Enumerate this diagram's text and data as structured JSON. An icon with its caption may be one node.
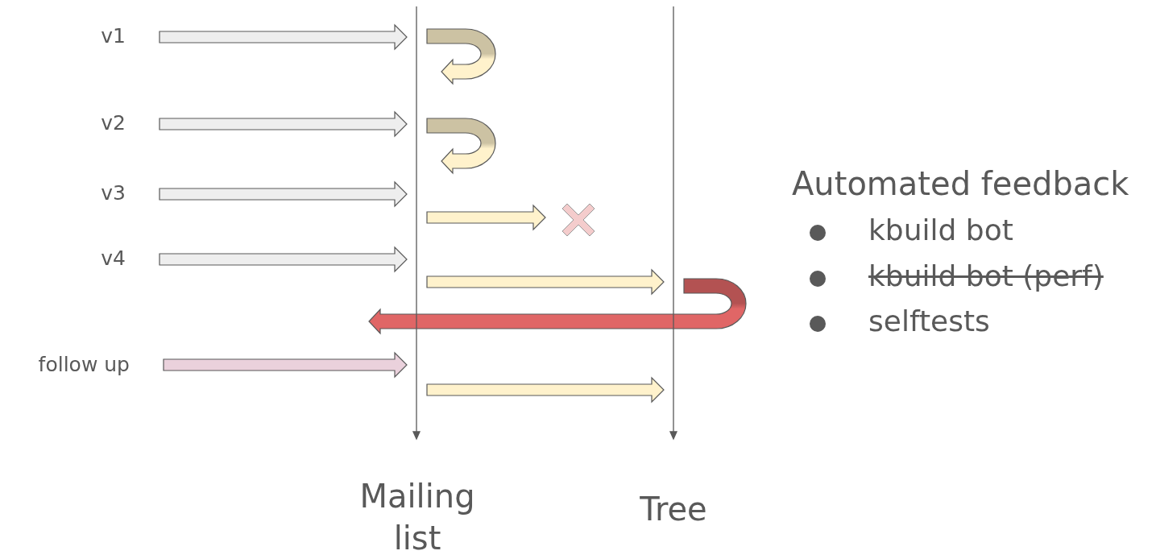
{
  "diagram": {
    "nodes": [
      {
        "text": [
          "v1"
        ]
      },
      {
        "text": [
          "v2"
        ]
      },
      {
        "text": [
          "v3"
        ]
      },
      {
        "text": [
          "v4"
        ]
      },
      {
        "text": [
          "follow up"
        ]
      },
      {
        "text": [
          "Mailing list"
        ]
      },
      {
        "text": [
          "Tree"
        ]
      },
      {
        "text": [],
        "shape": "cross"
      }
    ],
    "edges": [
      {
        "from": 0,
        "to": 5,
        "arrow": "to"
      },
      {
        "from": 5,
        "to": 5,
        "arrow": "to",
        "color": "#fff2cc"
      },
      {
        "from": 1,
        "to": 5,
        "arrow": "to"
      },
      {
        "from": 5,
        "to": 5,
        "arrow": "to",
        "color": "#fff2cc"
      },
      {
        "from": 2,
        "to": 5,
        "arrow": "to"
      },
      {
        "from": 5,
        "to": 7,
        "arrow": "to",
        "color": "#fff2cc"
      },
      {
        "from": 3,
        "to": 5,
        "arrow": "to"
      },
      {
        "from": 5,
        "to": 6,
        "arrow": "to",
        "color": "#fff2cc"
      },
      {
        "from": 6,
        "to": null,
        "arrow": "to",
        "color": "#e06666"
      },
      {
        "from": 4,
        "to": 5,
        "arrow": "to",
        "color": "#ead1dc"
      },
      {
        "from": 5,
        "to": 6,
        "arrow": "to",
        "color": "#fff2cc"
      }
    ],
    "labels": [
      "Automated feedback",
      "kbuild bot",
      "kbuild bot (perf)",
      "selftests"
    ]
  }
}
